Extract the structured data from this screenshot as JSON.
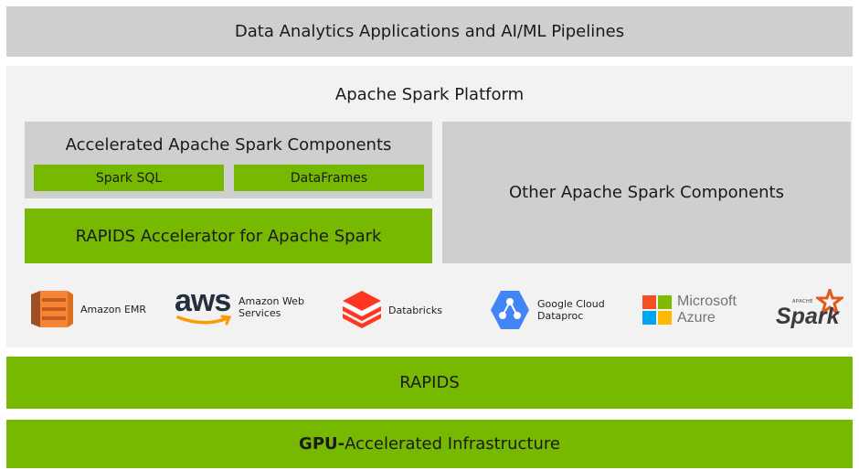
{
  "top_bar": {
    "label": "Data Analytics Applications and AI/ML Pipelines"
  },
  "platform": {
    "title": "Apache Spark Platform",
    "accelerated": {
      "title": "Accelerated Apache Spark Components",
      "items": [
        "Spark SQL",
        "DataFrames"
      ]
    },
    "rapids_accelerator": "RAPIDS Accelerator for Apache Spark",
    "other": "Other Apache Spark Components",
    "providers": [
      {
        "name": "Amazon EMR",
        "icon": "amazon-emr-icon"
      },
      {
        "logo_text": "aws",
        "name_line1": "Amazon Web",
        "name_line2": "Services",
        "icon": "aws-logo"
      },
      {
        "name": "Databricks",
        "icon": "databricks-icon"
      },
      {
        "name_line1": "Google Cloud",
        "name_line2": "Dataproc",
        "icon": "dataproc-icon"
      },
      {
        "name_line1": "Microsoft",
        "name_line2": "Azure",
        "icon": "azure-logo"
      },
      {
        "logo_small": "APACHE",
        "logo_text": "Spark",
        "icon": "spark-logo"
      }
    ]
  },
  "rapids_bar": {
    "label": "RAPIDS"
  },
  "gpu_bar": {
    "bold": "GPU-",
    "rest": "Accelerated Infrastructure"
  },
  "colors": {
    "green": "#76b900",
    "grey": "#cfcfcf",
    "light": "#f2f2f2"
  }
}
